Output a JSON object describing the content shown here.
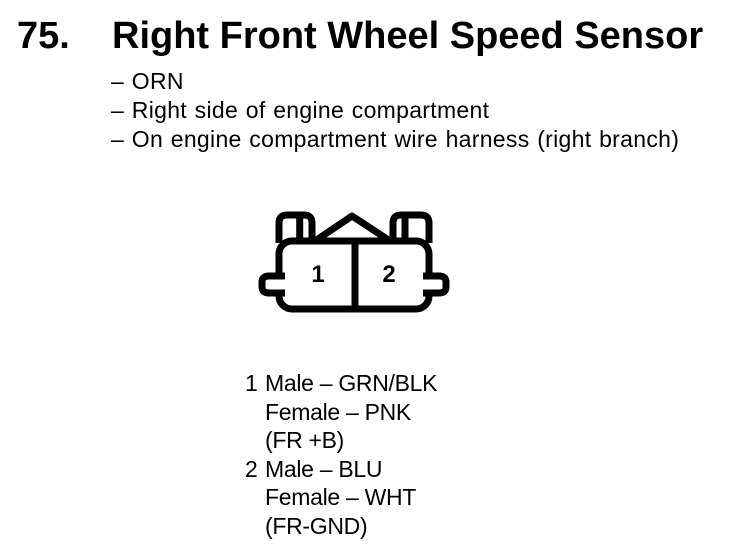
{
  "document": {
    "item_number": "75.",
    "title": "Right Front Wheel Speed Sensor",
    "details": [
      "– ORN",
      "– Right side of engine compartment",
      "– On engine compartment wire harness (right branch)"
    ],
    "connector": {
      "description": "2-cavity connector, front view",
      "cavity_labels": [
        "1",
        "2"
      ]
    },
    "pins": [
      {
        "number": "1",
        "lines": [
          "Male – GRN/BLK",
          "Female – PNK",
          "(FR +B)"
        ]
      },
      {
        "number": "2",
        "lines": [
          "Male – BLU",
          "Female – WHT",
          "(FR-GND)"
        ]
      }
    ],
    "colors": {
      "ink": "#000000",
      "background": "#ffffff"
    }
  }
}
